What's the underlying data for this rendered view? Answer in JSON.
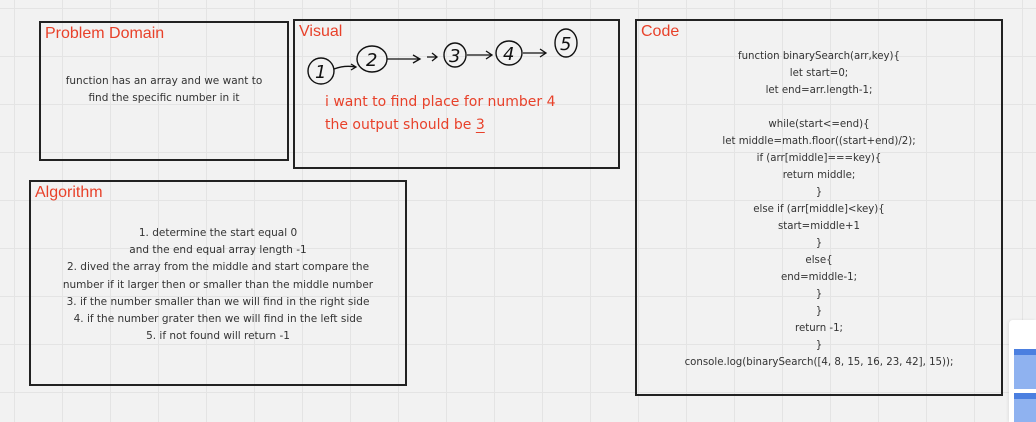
{
  "frames": {
    "problem": {
      "title": "Problem Domain",
      "lines": [
        "function has an array and we want to",
        "find the specific number in it"
      ]
    },
    "visual": {
      "title": "Visual",
      "sketch_numbers": [
        "1",
        "2",
        "3",
        "4",
        "5"
      ],
      "note_line1": "i want to find place for number 4",
      "note_line2_prefix": "the output should be ",
      "note_answer": "3"
    },
    "code": {
      "title": "Code",
      "lines": [
        "function binarySearch(arr,key){",
        "let start=0;",
        "let end=arr.length-1;",
        "",
        "while(start<=end){",
        "let middle=math.floor((start+end)/2);",
        "if (arr[middle]===key){",
        "return middle;",
        "}",
        "else if (arr[middle]<key){",
        "start=middle+1",
        "}",
        "else{",
        "end=middle-1;",
        "}",
        "}",
        "return -1;",
        "}",
        "console.log(binarySearch([4, 8, 15, 16, 23, 42], 15));"
      ]
    },
    "algorithm": {
      "title": "Algorithm",
      "lines": [
        "1. determine the start equal 0",
        "and the end equal array length -1",
        "2. dived the array from the middle and start compare the",
        "number if it larger then or smaller than the middle number",
        "3. if the number smaller than we will find in the right side",
        "4. if the number grater then we will find in the left side",
        "5. if not found will return -1"
      ]
    }
  },
  "colors": {
    "title": "#e8412a",
    "border": "#222222",
    "canvas": "#f2f2f2",
    "edge_accent": "#4b7fe0"
  }
}
